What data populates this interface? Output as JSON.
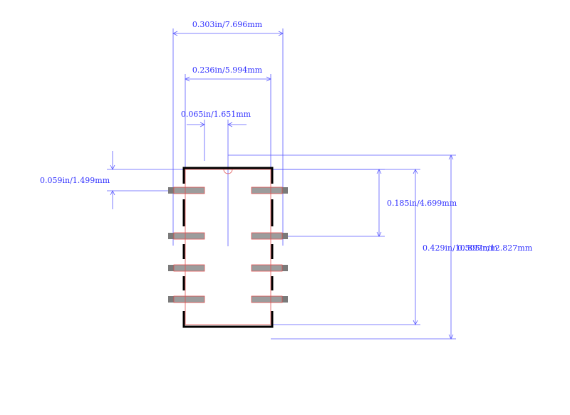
{
  "dimensions": {
    "overall_width": "0.303in/7.696mm",
    "body_width": "0.236in/5.994mm",
    "pin_pitch": "0.065in/1.651mm",
    "pad_height": "0.059in/1.499mm",
    "pin_span": "0.185in/4.699mm",
    "body_length": "0.429in/10.897mm",
    "overall_length": "0.505in/12.827mm"
  },
  "colors": {
    "dimension": "#3030ff",
    "outline": "#000000",
    "pad": "#9c9c9c",
    "courtyard": "#e05050"
  }
}
